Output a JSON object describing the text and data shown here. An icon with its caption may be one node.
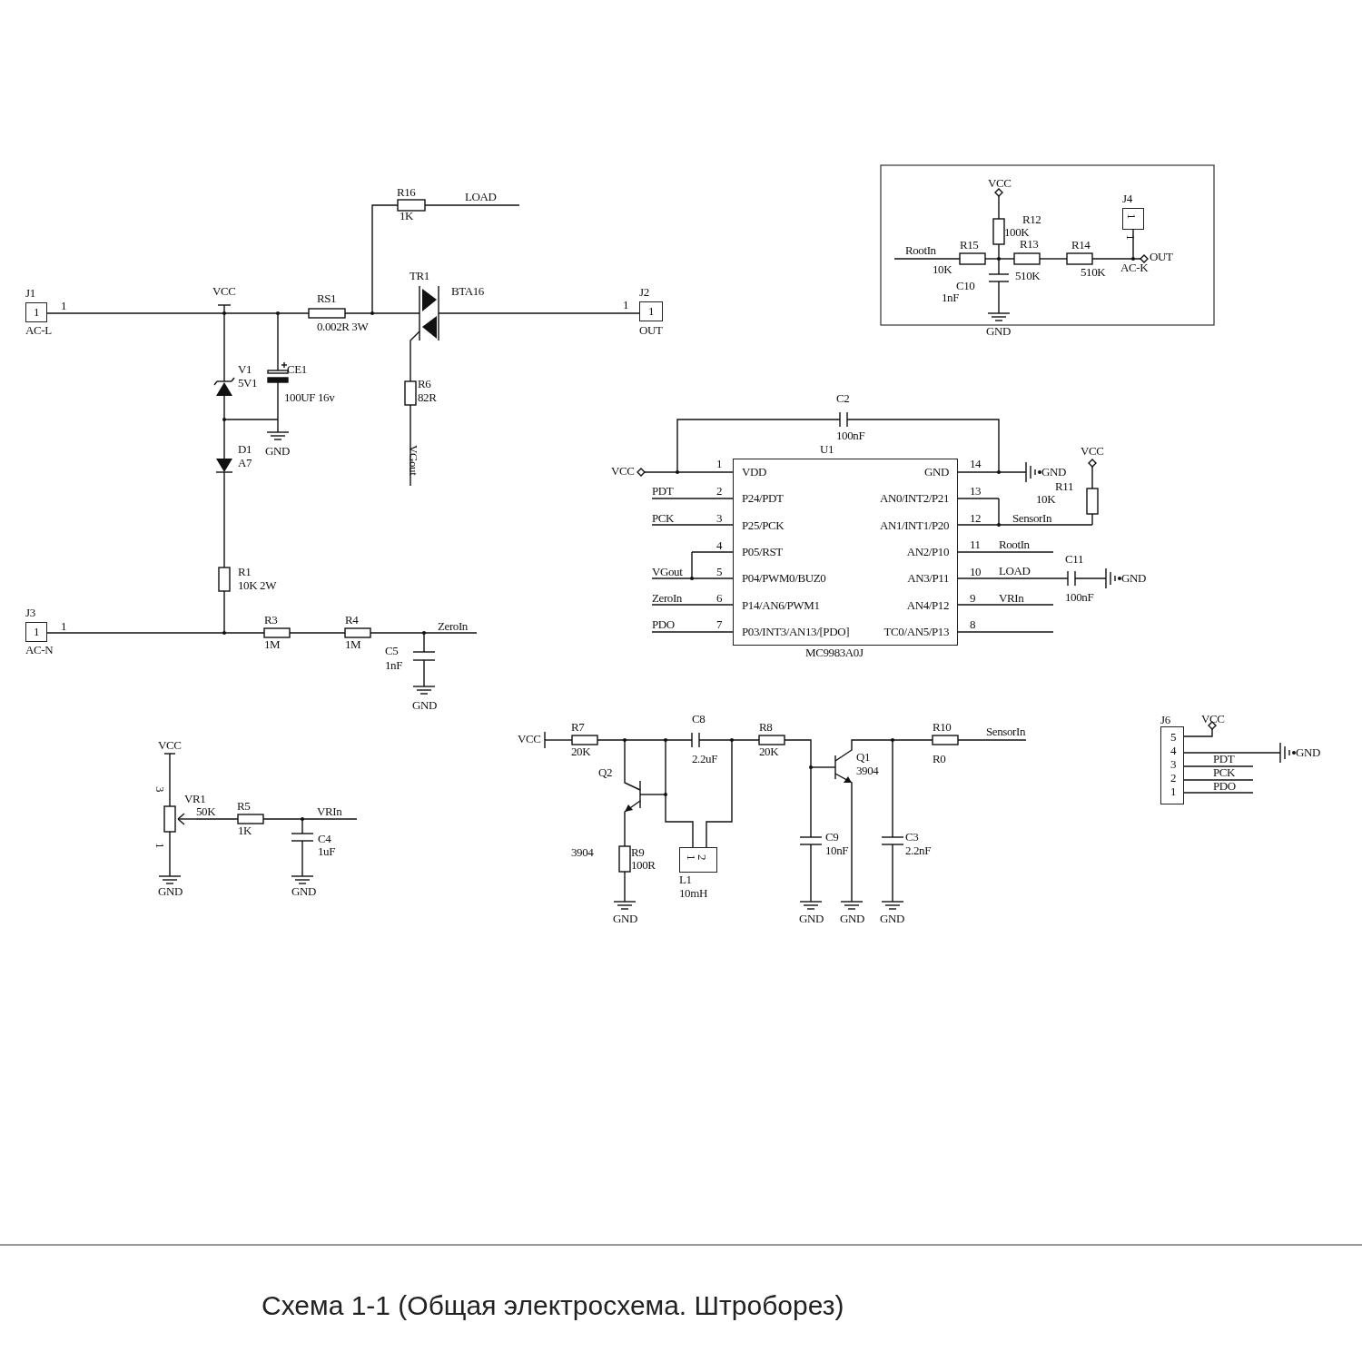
{
  "diagram": {
    "caption": "Схема 1-1 (Общая электросхема. Штроборез)",
    "nodes": [
      {
        "text": [
          "1"
        ],
        "beside": [
          "J1",
          "AC-L"
        ]
      },
      {
        "text": [
          "1"
        ],
        "beside": [
          "J2",
          "OUT"
        ]
      },
      {
        "text": [
          "1"
        ],
        "beside": [
          "J3",
          "AC-N"
        ]
      },
      {
        "text": [
          "1"
        ],
        "beside": [
          "J4",
          "1"
        ]
      },
      {
        "text": [
          "U1",
          "VDD",
          "P24/PDT",
          "P25/PCK",
          "P05/RST",
          "P04/PWM0/BUZ0",
          "P14/AN6/PWM1",
          "P03/INT3/AN13/[PDO]",
          "GND",
          "AN0/INT2/P21",
          "AN1/INT1/P20",
          "AN2/P10",
          "AN3/P11",
          "AN4/P12",
          "TC0/AN5/P13"
        ],
        "beside": [
          "MC9983A0J"
        ]
      },
      {
        "text": [
          "1",
          "2"
        ],
        "beside": [
          "L1",
          "10mH"
        ]
      },
      {
        "text": [
          "5",
          "4",
          "3",
          "2",
          "1"
        ],
        "beside": [
          "J6"
        ]
      }
    ],
    "labels": [
      "R16",
      "1K",
      "LOAD",
      "VCC",
      "1",
      "RS1",
      "0.002R 3W",
      "TR1",
      "BTA16",
      "1",
      "V1",
      "5V1",
      "CE1",
      "100UF 16v",
      "R6",
      "82R",
      "GND",
      "VGout",
      "D1",
      "A7",
      "R1",
      "10K 2W",
      "1",
      "R3",
      "R4",
      "ZeroIn",
      "1M",
      "1M",
      "C5",
      "1nF",
      "GND",
      "VCC",
      "R12",
      "100K",
      "RootIn",
      "R15",
      "R13",
      "R14",
      "OUT",
      "10K",
      "510K",
      "510K",
      "AC-K",
      "C10",
      "1nF",
      "GND",
      "C2",
      "100nF",
      "VCC",
      "1",
      "14",
      "GND",
      "VCC",
      "PDT",
      "2",
      "13",
      "R11",
      "10K",
      "PCK",
      "3",
      "12",
      "SensorIn",
      "4",
      "11",
      "RootIn",
      "C11",
      "VGout",
      "5",
      "10",
      "LOAD",
      "GND",
      "ZeroIn",
      "6",
      "9",
      "VRIn",
      "100nF",
      "PDO",
      "7",
      "8",
      "VCC",
      "3",
      "VR1",
      "50K",
      "R5",
      "VRIn",
      "1K",
      "C4",
      "1uF",
      "1",
      "GND",
      "GND",
      "C8",
      "R7",
      "R8",
      "R10",
      "SensorIn",
      "VCC",
      "20K",
      "2.2uF",
      "20K",
      "R0",
      "Q2",
      "Q1",
      "3904",
      "C9",
      "C3",
      "3904",
      "R9",
      "10nF",
      "2.2nF",
      "100R",
      "GND",
      "GND",
      "GND",
      "GND",
      "VCC",
      "GND",
      "PDT",
      "PCK",
      "PDO"
    ]
  }
}
